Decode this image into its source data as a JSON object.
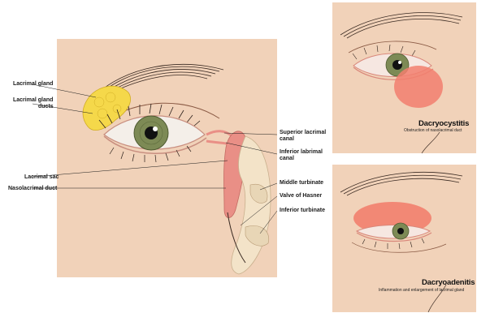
{
  "labels": {
    "lacrimal_gland": "Lacrimal gland",
    "lacrimal_gland_ducts": [
      "Lacrimal gland",
      "ducts"
    ],
    "lacrimal_sac": "Lacrimal sac",
    "nasolacrimal_duct": "Nasolacrimal duct",
    "superior_lacrimal_canal": [
      "Superior lacrimal",
      "canal"
    ],
    "inferior_labrimal_canal": [
      "Inferior labrimal",
      "canal"
    ],
    "middle_turbinate": "Middle turbinate",
    "valve_of_hasner": "Valve of Hasner",
    "inferior_turbinate": "Inferior turbinate"
  },
  "conditions": [
    {
      "title": "Dacryocystitis",
      "description": "Obstruction of nasolacrimal duct"
    },
    {
      "title": "Dacryoadenitis",
      "description": "Inflammation and enlargement of lacrimal gland"
    }
  ],
  "colors": {
    "skin": "#f1d2b9",
    "gland": "#f5d84a",
    "swelling": "#f27f6e",
    "iris": "#7d8a55",
    "duct": "#e98f86",
    "bone": "#f3e3c8"
  }
}
